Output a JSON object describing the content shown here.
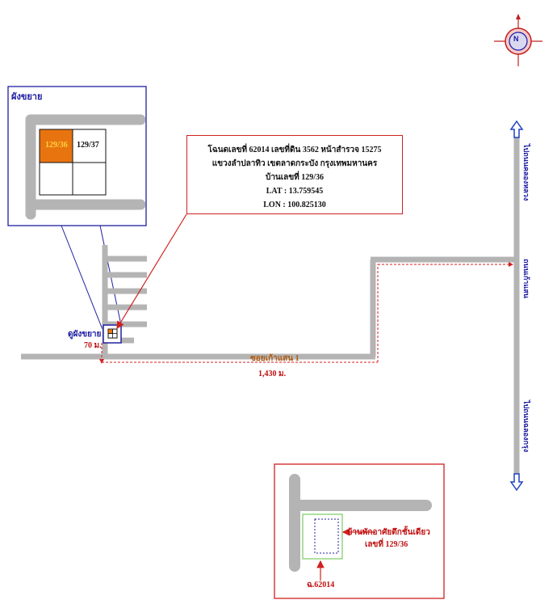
{
  "compass": {
    "north_letter": "N"
  },
  "inset": {
    "title": "ผังขยาย",
    "lot_highlight": "129/36",
    "lot_neighbor": "129/37",
    "highlight_color": "#e87410"
  },
  "info_box": {
    "line1": "โฉนดเลขที่ 62014 เลขที่ดิน 3562 หน้าสำรวจ 15275",
    "line2": "แขวงลำปลาทิว เขตลาดกระบัง กรุงเทพมหานคร",
    "line3": "บ้านเลขที่ 129/36",
    "line4": "LAT : 13.759545",
    "line5": "LON : 100.825130"
  },
  "map_labels": {
    "see_plan": "ดูผังขยาย",
    "dist_short": "70 ม.",
    "soi_name": "ซอยเก้าแสน 1",
    "dist_long": "1,430 ม.",
    "road_name": "ถนนเก้าแสน",
    "to_north": "ไปถนนคลองหลวง",
    "to_south": "ไปถนนฉลองกรุง"
  },
  "detail": {
    "house_label_1": "บ้านพักอาศัยตึกชั้นเดียว",
    "house_label_2": "เลขที่ 129/36",
    "deed_label": "ฉ.62014"
  },
  "colors": {
    "road": "#b4b4b4",
    "frame_blue": "#2020a0",
    "frame_red": "#d02020",
    "route": "#d02020",
    "lot_green": "#7ccc60"
  }
}
